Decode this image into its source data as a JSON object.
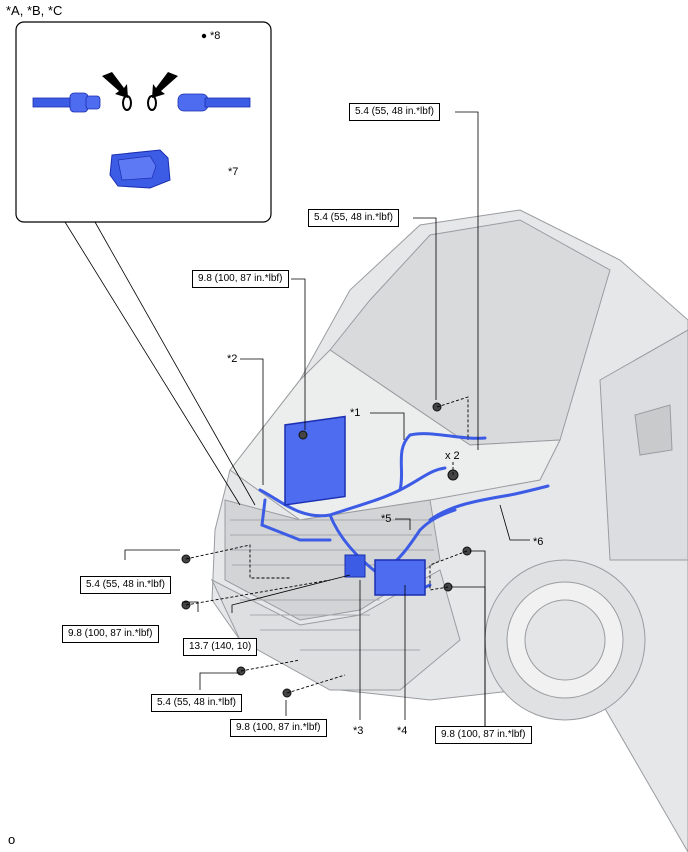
{
  "header_label": "*A, *B, *C",
  "inset": {
    "ring_label": "*8",
    "connector_label": "*7"
  },
  "callouts": {
    "c1": "*1",
    "c2": "*2",
    "c3": "*3",
    "c4": "*4",
    "c5": "*5",
    "c6": "*6",
    "x2": "x 2"
  },
  "torques": {
    "t_top_right": "5.4 (55, 48 in.*lbf)",
    "t_upper_right": "5.4 (55, 48 in.*lbf)",
    "t_upper_mid": "9.8 (100, 87 in.*lbf)",
    "t_left_upper": "5.4 (55, 48 in.*lbf)",
    "t_left_mid": "9.8 (100, 87 in.*lbf)",
    "t_mid": "13.7 (140, 10)",
    "t_left_lower": "5.4 (55, 48 in.*lbf)",
    "t_bottom_mid": "9.8 (100, 87 in.*lbf)",
    "t_bottom_right": "9.8 (100, 87 in.*lbf)"
  },
  "footer_label": "o",
  "colors": {
    "harness": "#3d5ce6",
    "harness_dark": "#1b2fb0",
    "body": "#e6e7e9",
    "outline": "#9a9ca0"
  }
}
